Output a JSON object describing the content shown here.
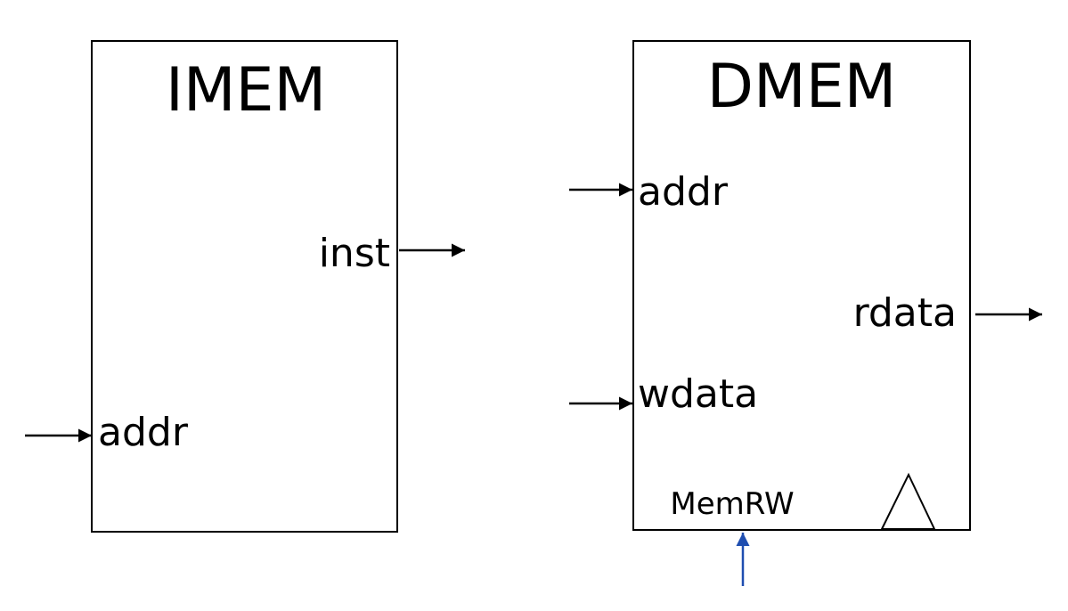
{
  "imem": {
    "title": "IMEM",
    "ports": {
      "addr": "addr",
      "inst": "inst"
    }
  },
  "dmem": {
    "title": "DMEM",
    "ports": {
      "addr": "addr",
      "wdata": "wdata",
      "rdata": "rdata",
      "memrw": "MemRW"
    }
  },
  "colors": {
    "stroke": "#000000",
    "control_signal": "#1f4eb0"
  },
  "icons": {
    "clock": "clock-triangle-icon",
    "arrow": "arrow-head-icon"
  }
}
